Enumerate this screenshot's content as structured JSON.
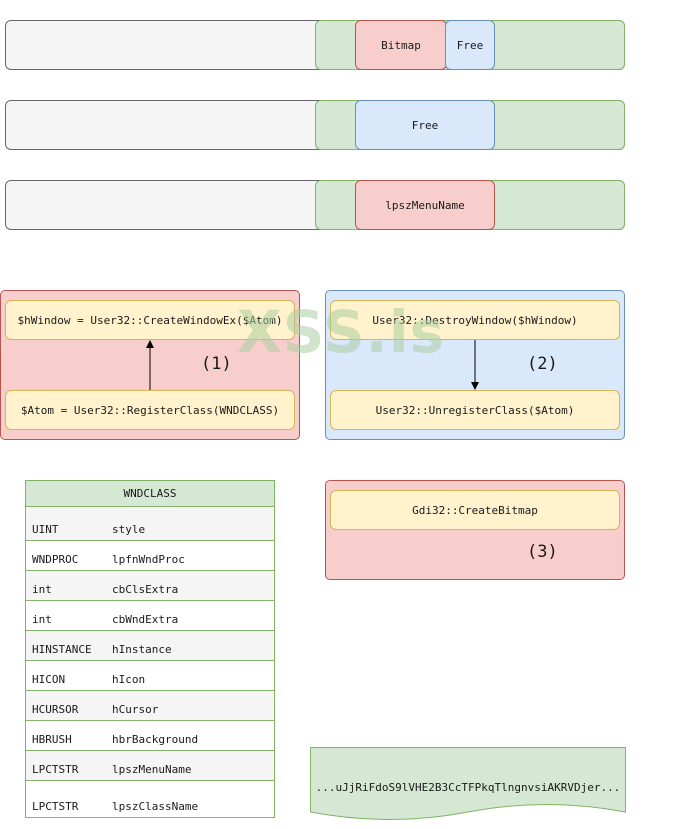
{
  "memory_rows": [
    {
      "cells": [
        {
          "label": "Bitmap",
          "color": "#f8cecc"
        },
        {
          "label": "Free",
          "color": "#dae8fc"
        }
      ]
    },
    {
      "cells": [
        {
          "label": "Free",
          "color": "#dae8fc"
        }
      ]
    },
    {
      "cells": [
        {
          "label": "lpszMenuName",
          "color": "#f8cecc"
        }
      ]
    }
  ],
  "groups": {
    "group1": {
      "top_call": "$hWindow = User32::CreateWindowEx($Atom)",
      "bottom_call": "$Atom = User32::RegisterClass(WNDCLASS)",
      "step_label": "(1)"
    },
    "group2": {
      "top_call": "User32::DestroyWindow($hWindow)",
      "bottom_call": "User32::UnregisterClass($Atom)",
      "step_label": "(2)"
    },
    "group3": {
      "call": "Gdi32::CreateBitmap",
      "step_label": "(3)"
    }
  },
  "struct": {
    "title": "WNDCLASS",
    "fields": [
      {
        "type": "UINT",
        "name": "style"
      },
      {
        "type": "WNDPROC",
        "name": "lpfnWndProc"
      },
      {
        "type": "int",
        "name": "cbClsExtra"
      },
      {
        "type": "int",
        "name": "cbWndExtra"
      },
      {
        "type": "HINSTANCE",
        "name": "hInstance"
      },
      {
        "type": "HICON",
        "name": "hIcon"
      },
      {
        "type": "HCURSOR",
        "name": "hCursor"
      },
      {
        "type": "HBRUSH",
        "name": "hbrBackground"
      },
      {
        "type": "LPCTSTR",
        "name": "lpszMenuName"
      },
      {
        "type": "LPCTSTR",
        "name": "lpszClassName"
      }
    ]
  },
  "string_block": "...uJjRiFdoS9lVHE2B3CcTFPkqTlngnvsiAKRVDjer...",
  "watermark": "XSS.is",
  "colors": {
    "red_fill": "#f8cecc",
    "blue_fill": "#dae8fc",
    "green_fill": "#d5e8d4",
    "yellow_fill": "#fff2cc",
    "gray_fill": "#f5f5f5"
  }
}
